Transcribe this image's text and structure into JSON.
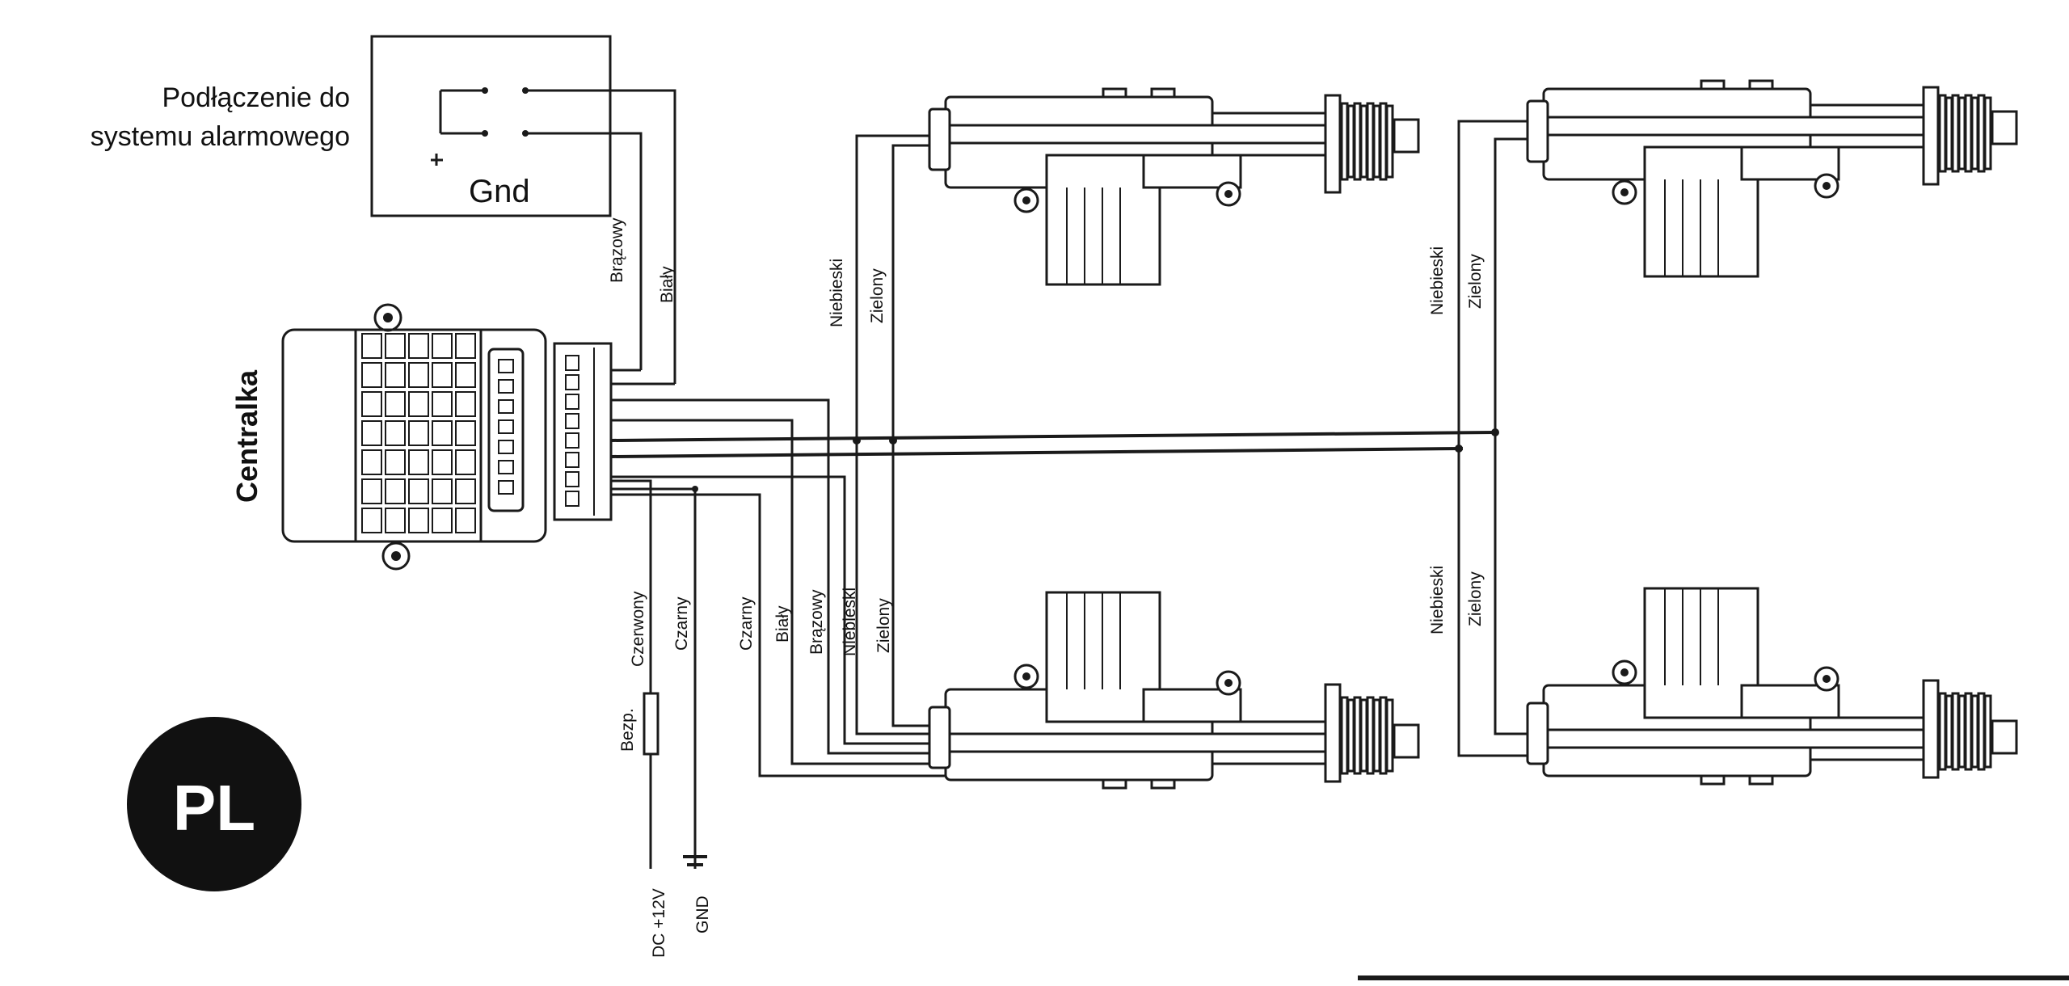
{
  "alarm": {
    "label_line1": "Podłączenie do",
    "label_line2": "systemu alarmowego",
    "gnd": "Gnd"
  },
  "control_unit": {
    "label": "Centralka"
  },
  "wires": {
    "brown": "Brązowy",
    "white": "Biały",
    "blue": "Niebieski",
    "green": "Zielony",
    "red": "Czerwony",
    "black": "Czarny"
  },
  "power": {
    "fuse": "Bezp.",
    "dc": "DC +12V",
    "gnd": "GND"
  },
  "badge": {
    "text": "PL",
    "color": "#111111"
  }
}
